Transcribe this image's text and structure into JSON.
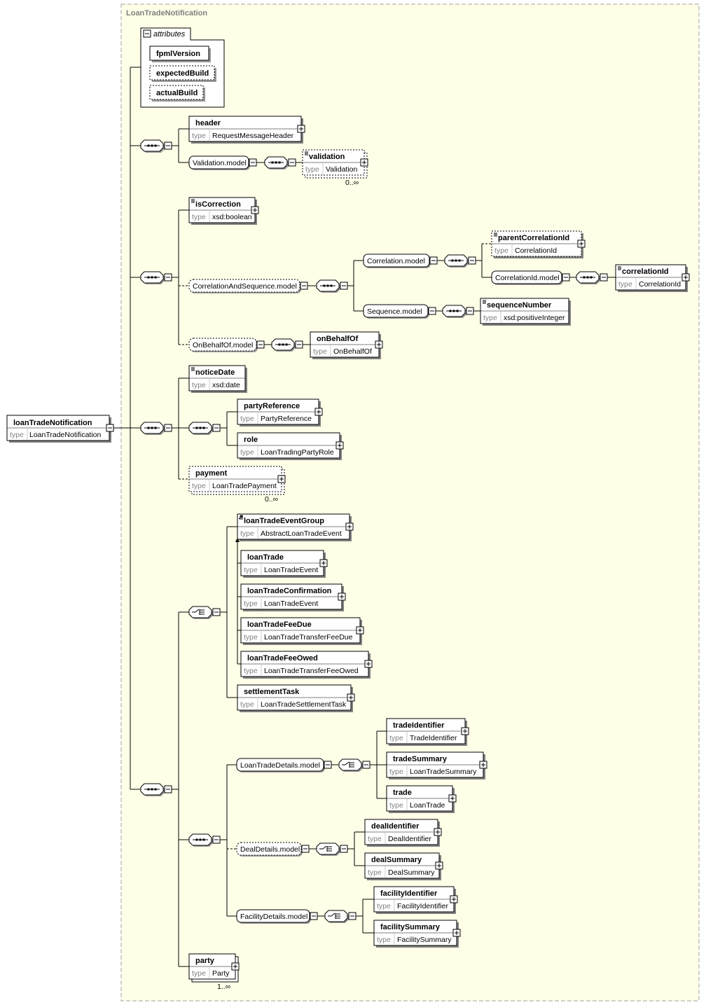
{
  "root": {
    "name": "loanTradeNotification",
    "type": "LoanTradeNotification"
  },
  "frame_title": "LoanTradeNotification",
  "attributes_label": "attributes",
  "attributes": [
    {
      "name": "fpmlVersion",
      "required": true
    },
    {
      "name": "expectedBuild",
      "required": false
    },
    {
      "name": "actualBuild",
      "required": false
    }
  ],
  "type_label": "type",
  "elements": {
    "header": {
      "name": "header",
      "type": "RequestMessageHeader"
    },
    "validation": {
      "name": "validation",
      "type": "Validation",
      "occurs": "0..∞"
    },
    "isCorrection": {
      "name": "isCorrection",
      "type": "xsd:boolean"
    },
    "parentCorrelationId": {
      "name": "parentCorrelationId",
      "type": "CorrelationId"
    },
    "correlationId": {
      "name": "correlationId",
      "type": "CorrelationId"
    },
    "sequenceNumber": {
      "name": "sequenceNumber",
      "type": "xsd:positiveInteger"
    },
    "onBehalfOf": {
      "name": "onBehalfOf",
      "type": "OnBehalfOf"
    },
    "noticeDate": {
      "name": "noticeDate",
      "type": "xsd:date"
    },
    "partyReference": {
      "name": "partyReference",
      "type": "PartyReference"
    },
    "role": {
      "name": "role",
      "type": "LoanTradingPartyRole"
    },
    "payment": {
      "name": "payment",
      "type": "LoanTradePayment",
      "occurs": "0..∞"
    },
    "loanTradeEventGroup": {
      "name": "loanTradeEventGroup",
      "type": "AbstractLoanTradeEvent"
    },
    "loanTrade": {
      "name": "loanTrade",
      "type": "LoanTradeEvent"
    },
    "loanTradeConfirmation": {
      "name": "loanTradeConfirmation",
      "type": "LoanTradeEvent"
    },
    "loanTradeFeeDue": {
      "name": "loanTradeFeeDue",
      "type": "LoanTradeTransferFeeDue"
    },
    "loanTradeFeeOwed": {
      "name": "loanTradeFeeOwed",
      "type": "LoanTradeTransferFeeOwed"
    },
    "settlementTask": {
      "name": "settlementTask",
      "type": "LoanTradeSettlementTask"
    },
    "tradeIdentifier": {
      "name": "tradeIdentifier",
      "type": "TradeIdentifier"
    },
    "tradeSummary": {
      "name": "tradeSummary",
      "type": "LoanTradeSummary"
    },
    "trade": {
      "name": "trade",
      "type": "LoanTrade"
    },
    "dealIdentifier": {
      "name": "dealIdentifier",
      "type": "DealIdentifier"
    },
    "dealSummary": {
      "name": "dealSummary",
      "type": "DealSummary"
    },
    "facilityIdentifier": {
      "name": "facilityIdentifier",
      "type": "FacilityIdentifier"
    },
    "facilitySummary": {
      "name": "facilitySummary",
      "type": "FacilitySummary"
    },
    "party": {
      "name": "party",
      "type": "Party",
      "occurs": "1..∞"
    }
  },
  "groups": {
    "validationModel": "Validation.model",
    "correlationAndSequenceModel": "CorrelationAndSequence.model",
    "correlationModel": "Correlation.model",
    "correlationIdModel": "CorrelationId.model",
    "sequenceModel": "Sequence.model",
    "onBehalfOfModel": "OnBehalfOf.model",
    "loanTradeDetailsModel": "LoanTradeDetails.model",
    "dealDetailsModel": "DealDetails.model",
    "facilityDetailsModel": "FacilityDetails.model"
  },
  "colors": {
    "frame_border": "#a0a0a0",
    "frame_bg": "#ffffe8",
    "frame_title": "#808080",
    "box_bg": "#ffffff",
    "type_text": "#808080"
  }
}
